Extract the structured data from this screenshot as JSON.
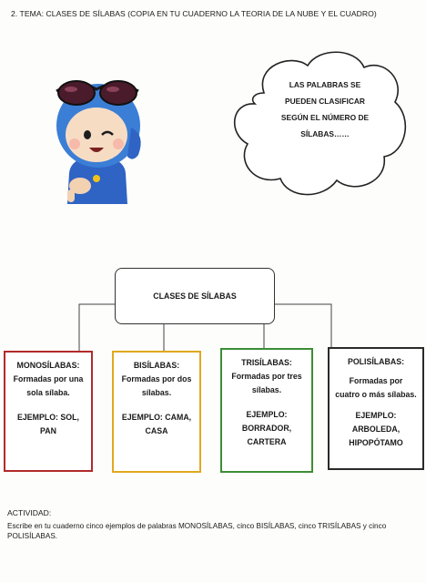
{
  "header": {
    "title": "2. TEMA:  CLASES DE SÍLABAS (COPIA EN TU CUADERNO LA TEORIA DE LA NUBE Y EL CUADRO)"
  },
  "cloud": {
    "lines": [
      "LAS PALABRAS SE",
      "PUEDEN CLASIFICAR",
      "SEGÚN EL NÚMERO DE",
      "SÍLABAS……"
    ]
  },
  "diagram": {
    "main_label": "CLASES DE SÍLABAS",
    "boxes": [
      {
        "title": "MONOSÍLABAS:",
        "definition": [
          "Formadas por una",
          "sola sílaba."
        ],
        "example": [
          "EJEMPLO: SOL,",
          "PAN"
        ],
        "border_color": "#b22a2a"
      },
      {
        "title": "BISÍLABAS:",
        "definition": [
          "Formadas por dos",
          "sílabas."
        ],
        "example": [
          "EJEMPLO: CAMA,",
          "CASA"
        ],
        "border_color": "#e0a91e"
      },
      {
        "title": "TRISÍLABAS:",
        "definition": [
          "Formadas por tres",
          "sílabas."
        ],
        "example": [
          "EJEMPLO:",
          "BORRADOR,",
          "CARTERA"
        ],
        "border_color": "#3c8d34"
      },
      {
        "title": "POLISÍLABAS:",
        "definition": [
          "Formadas por",
          "cuatro o más sílabas."
        ],
        "example": [
          "EJEMPLO:",
          "ARBOLEDA,",
          "HIPOPÓTAMO"
        ],
        "border_color": "#2a2a2a"
      }
    ]
  },
  "activity": {
    "title": "ACTIVIDAD:",
    "text": "Escribe en tu cuaderno cinco ejemplos de palabras MONOSÍLABAS, cinco BISÍLABAS, cinco TRISÍLABAS y cinco POLISÍLABAS."
  }
}
